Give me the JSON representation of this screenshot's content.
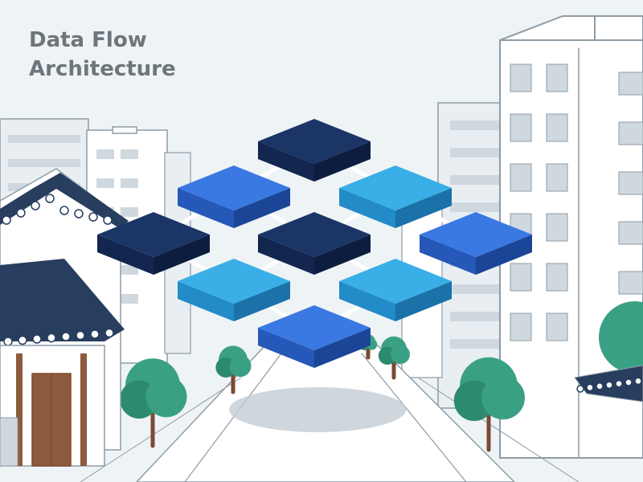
{
  "title": {
    "line1": "Data Flow",
    "line2": "Architecture"
  },
  "colors": {
    "sky": "#eef3f6",
    "line": "#8f9ba5",
    "building_fill": "#ffffff",
    "building_far": "#e8eef2",
    "window": "#cfd8df",
    "roof": "#283e5f",
    "roof_tile_edge": "#ffffff",
    "wood": "#8c5a3c",
    "tree": "#3aa084",
    "tree_dark": "#2c8a6f",
    "trunk": "#7a4a33",
    "street": "#ffffff",
    "shadow": "#c3ccd3"
  },
  "diagram": {
    "block_colors": {
      "navy": {
        "top": "#1b3566",
        "front": "#122650",
        "side": "#0d1d40"
      },
      "royal": {
        "top": "#3a78e2",
        "front": "#2558b8",
        "side": "#1b4596"
      },
      "sky": {
        "top": "#3aaee6",
        "front": "#228bc8",
        "side": "#1a72a8"
      }
    },
    "blocks": [
      {
        "id": "top",
        "color": "navy"
      },
      {
        "id": "upper-left",
        "color": "royal"
      },
      {
        "id": "upper-right",
        "color": "sky"
      },
      {
        "id": "mid-left",
        "color": "navy"
      },
      {
        "id": "center",
        "color": "navy"
      },
      {
        "id": "mid-right",
        "color": "royal"
      },
      {
        "id": "lower-left",
        "color": "sky"
      },
      {
        "id": "lower-right",
        "color": "sky"
      },
      {
        "id": "bottom",
        "color": "royal"
      }
    ],
    "connections": [
      [
        "top",
        "upper-left"
      ],
      [
        "top",
        "upper-right"
      ],
      [
        "upper-left",
        "mid-left"
      ],
      [
        "upper-left",
        "center"
      ],
      [
        "upper-right",
        "center"
      ],
      [
        "upper-right",
        "mid-right"
      ],
      [
        "mid-left",
        "lower-left"
      ],
      [
        "center",
        "lower-left"
      ],
      [
        "center",
        "lower-right"
      ],
      [
        "mid-right",
        "lower-right"
      ],
      [
        "lower-left",
        "bottom"
      ],
      [
        "lower-right",
        "bottom"
      ]
    ]
  }
}
